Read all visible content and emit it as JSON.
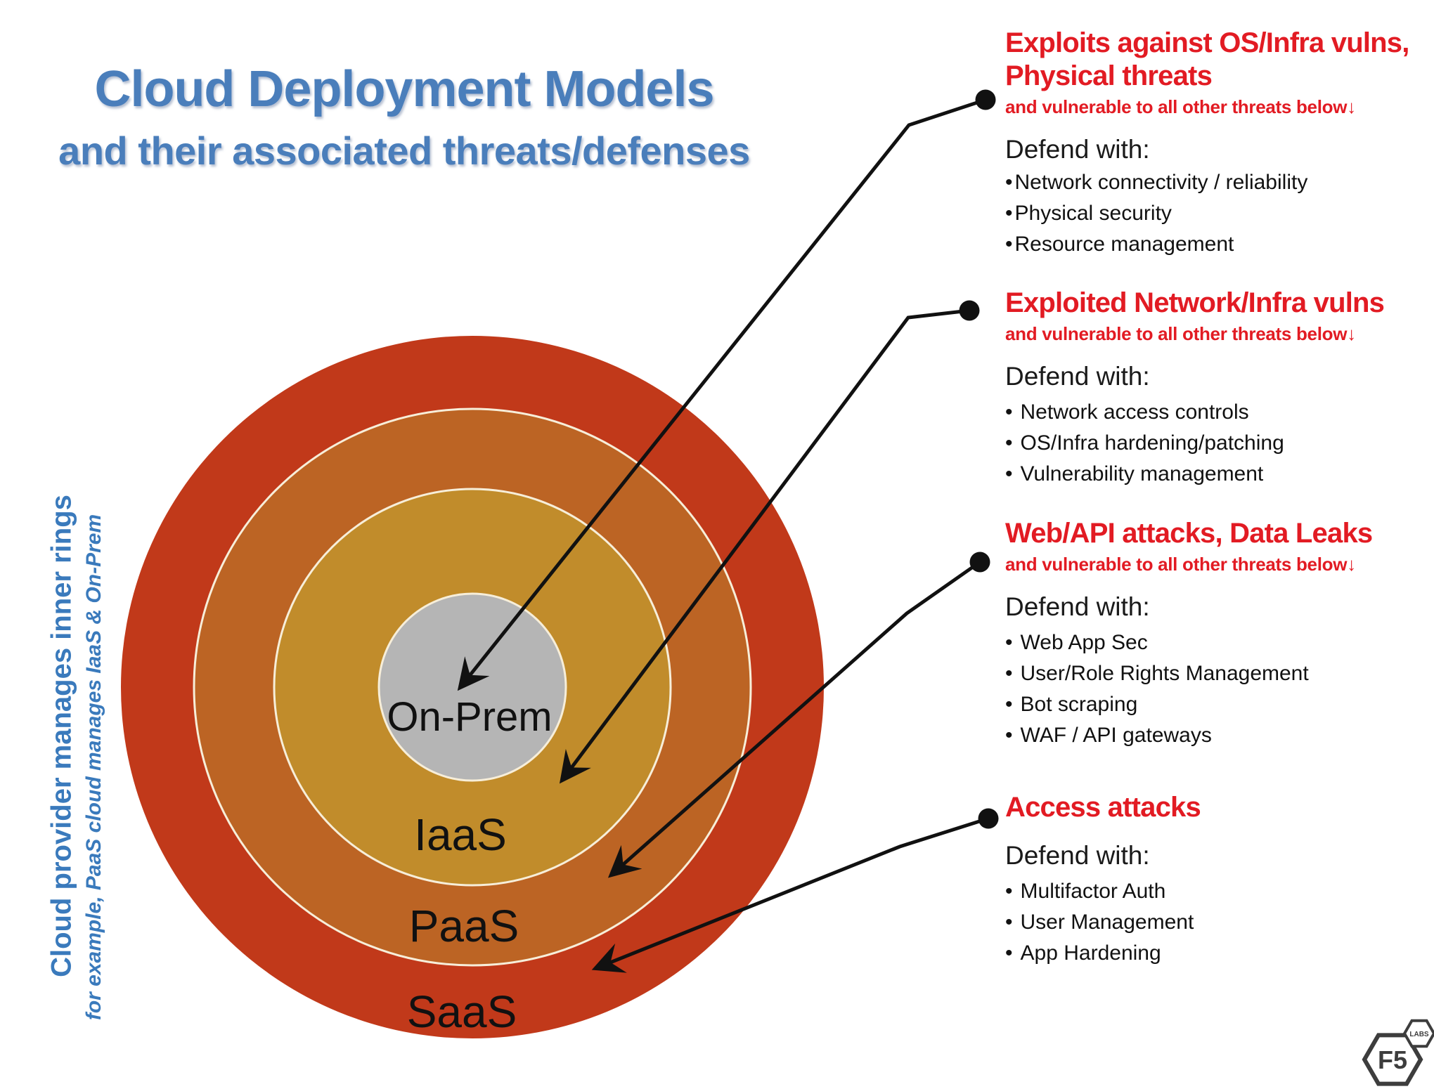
{
  "title": {
    "line1": "Cloud Deployment Models",
    "line2": "and their associated threats/defenses"
  },
  "left_note": {
    "main": "Cloud provider manages inner rings",
    "detail": "for example, PaaS cloud manages IaaS & On-Prem"
  },
  "rings": [
    {
      "id": "saas",
      "label": "SaaS",
      "color": "#c1391a"
    },
    {
      "id": "paas",
      "label": "PaaS",
      "color": "#bc6424"
    },
    {
      "id": "iaas",
      "label": "IaaS",
      "color": "#c18c2b"
    },
    {
      "id": "onprem",
      "label": "On-Prem",
      "color": "#b5b5b5"
    }
  ],
  "defend_with_label": "Defend with:",
  "bullet_glyph": "•",
  "threats": [
    {
      "title_lines": [
        "Exploits against OS/Infra vulns,",
        "Physical threats"
      ],
      "subtitle": "and vulnerable to all other threats below↓",
      "defenses": [
        "Network connectivity / reliability",
        "Physical security",
        "Resource management"
      ],
      "target_ring": "On-Prem"
    },
    {
      "title_lines": [
        "Exploited Network/Infra vulns",
        ""
      ],
      "subtitle": "and vulnerable to all other threats below↓",
      "defenses": [
        "Network access controls",
        "OS/Infra hardening/patching",
        "Vulnerability management"
      ],
      "target_ring": "IaaS"
    },
    {
      "title_lines": [
        "Web/API attacks, Data Leaks",
        ""
      ],
      "subtitle": "and vulnerable to all other threats below↓",
      "defenses": [
        "Web App Sec",
        "User/Role Rights Management",
        "Bot scraping",
        "WAF / API gateways"
      ],
      "target_ring": "PaaS"
    },
    {
      "title_lines": [
        "Access attacks",
        ""
      ],
      "subtitle": "",
      "defenses": [
        "Multifactor Auth",
        "User Management",
        "App Hardening"
      ],
      "target_ring": "SaaS"
    }
  ],
  "logo": {
    "name": "F5",
    "sub": "LABS"
  },
  "colors": {
    "title_blue": "#4a7ebb",
    "side_note_blue": "#3a7abc",
    "threat_red": "#e21b23",
    "body_text": "#1a1a1a",
    "ring_border": "#f7eed9",
    "arrow_black": "#111111"
  }
}
